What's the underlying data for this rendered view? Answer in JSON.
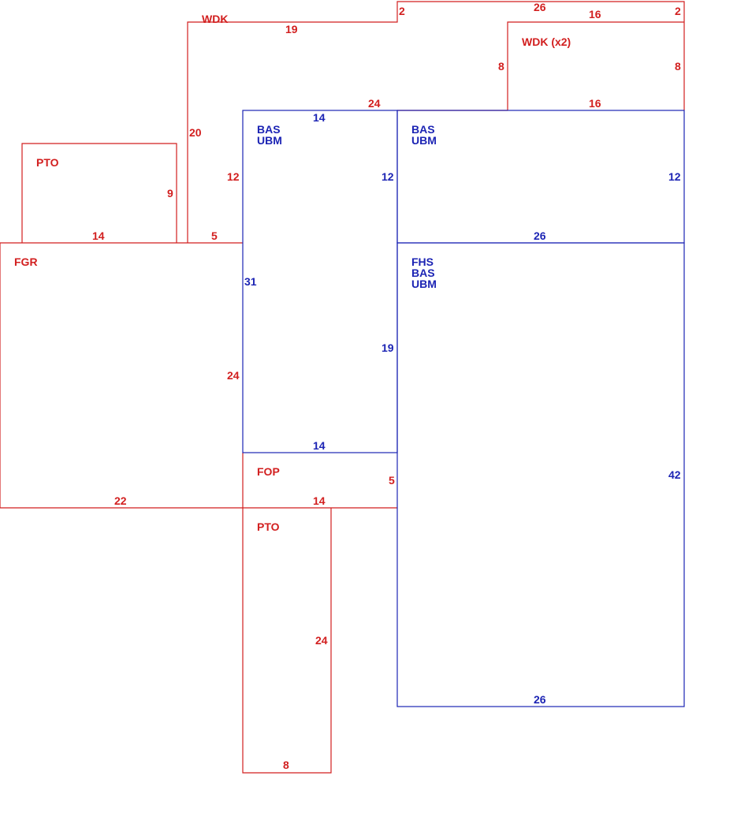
{
  "colors": {
    "exterior": "#d21f1f",
    "living": "#1c24b4",
    "background": "#ffffff"
  },
  "areas": {
    "wdk_upper": {
      "label": "WDK"
    },
    "wdk_x2": {
      "label": "WDK (x2)"
    },
    "bas_left": {
      "line1": "BAS",
      "line2": "UBM"
    },
    "bas_right": {
      "line1": "BAS",
      "line2": "UBM"
    },
    "fhs": {
      "line1": "FHS",
      "line2": "BAS",
      "line3": "UBM"
    },
    "pto_left": {
      "label": "PTO"
    },
    "fgr": {
      "label": "FGR"
    },
    "fop": {
      "label": "FOP"
    },
    "pto_bottom": {
      "label": "PTO"
    }
  },
  "dims": {
    "wdk_step_2": "2",
    "wdk_top_26": "26",
    "wdk_x2_top_16": "16",
    "wdk_right_2": "2",
    "wdk_top_19": "19",
    "wdk_x2_left_8": "8",
    "wdk_x2_right_8": "8",
    "wdk_mid_24": "24",
    "wdk_x2_bottom_16": "16",
    "bas_left_top_14": "14",
    "wdk_left_20": "20",
    "wdk_inner_12": "12",
    "bas_left_inner_12": "12",
    "bas_right_12": "12",
    "pto_left_9": "9",
    "pto_left_bottom_14": "14",
    "wdk_bottom_5": "5",
    "bas_right_bottom_26": "26",
    "bas_left_31": "31",
    "bas_left_19": "19",
    "fgr_right_24": "24",
    "bas_left_bottom_14": "14",
    "fhs_right_42": "42",
    "fop_right_5": "5",
    "fgr_bottom_22": "22",
    "fop_bottom_14": "14",
    "pto_bottom_right_24": "24",
    "fhs_bottom_26": "26",
    "pto_bottom_8": "8"
  }
}
